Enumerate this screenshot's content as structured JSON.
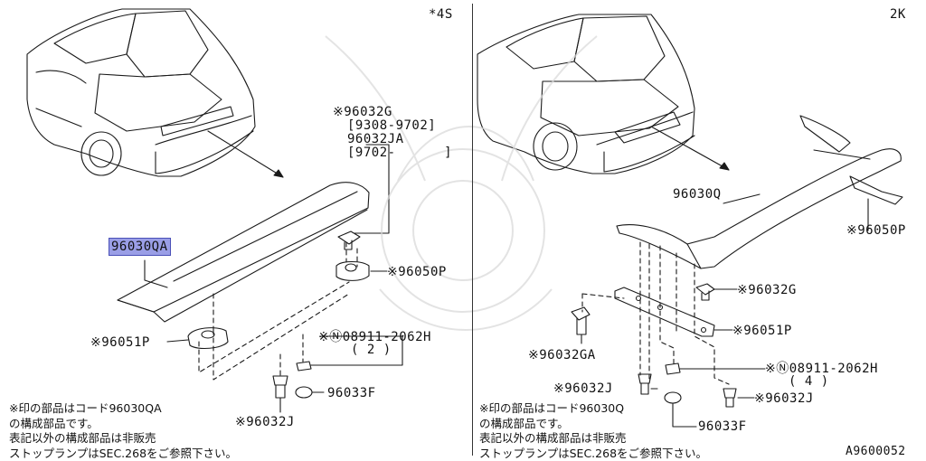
{
  "left_panel": {
    "variant": "*4S",
    "parts": {
      "spoiler": "96030QA",
      "seal": "96051P",
      "bracket_a": "※96032G",
      "bracket_a_date": "[9308-9702]",
      "bracket_b": "96032JA",
      "bracket_b_date": "[9702-      ]",
      "pad": "※96050P",
      "bolt": "※Ⓝ08911-2062H",
      "bolt_qty": "( 2 )",
      "grommet": "96033F",
      "clip": "※96032J",
      "seal_label": "※96051P"
    },
    "notes": [
      "※印の部品はコード96030QA",
      "の構成部品です。",
      "表記以外の構成部品は非販売",
      "ストップランプはSEC.268をご参照下さい。"
    ]
  },
  "right_panel": {
    "variant": "2K",
    "parts": {
      "spoiler": "96030Q",
      "pad": "※96050P",
      "bracket": "※96032G",
      "seal": "※96051P",
      "clip_ga": "※96032GA",
      "bolt": "※Ⓝ08911-2062H",
      "bolt_qty": "( 4 )",
      "clip_j_left": "※96032J",
      "clip_j_right": "※96032J",
      "grommet": "96033F"
    },
    "notes": [
      "※印の部品はコード96030Q",
      "の構成部品です。",
      "表記以外の構成部品は非販売",
      "ストップランプはSEC.268をご参照下さい。"
    ]
  },
  "figure_id": "A9600052"
}
